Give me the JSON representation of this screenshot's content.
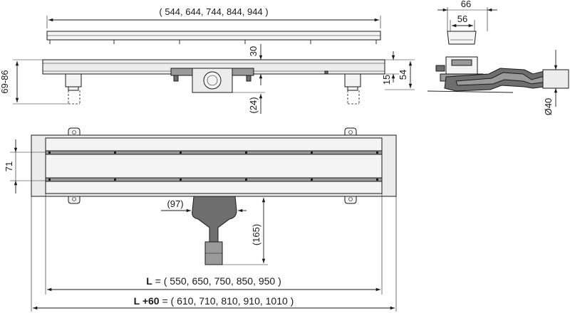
{
  "top_view": {
    "length_options": "( 544, 644, 744, 844, 944 )",
    "dim_30": "30",
    "dim_24": "(24)",
    "dim_height_range": "69-86",
    "dim_15": "15",
    "dim_54": "54"
  },
  "side_view": {
    "dim_66": "66",
    "dim_56": "56",
    "dim_diameter": "Ø40"
  },
  "plan_view": {
    "dim_71": "71",
    "dim_97": "(97)",
    "dim_165": "(165)",
    "length_L_symbol": "L",
    "length_L_values": " = ( 550, 650, 750, 850, 950 )",
    "length_L60_symbol": "L +60",
    "length_L60_values": " = ( 610, 710, 810, 910, 1010 )"
  }
}
